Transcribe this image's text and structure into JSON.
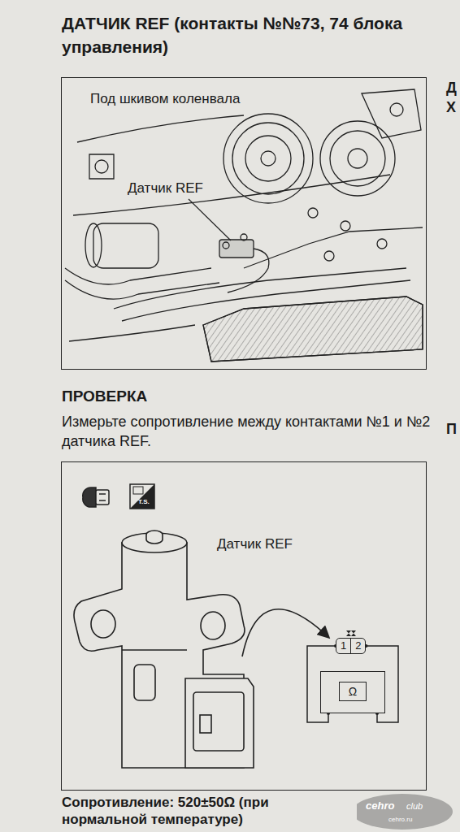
{
  "diagram": {
    "title": "ДАТЧИК REF (контакты №№73, 74 блока управления)",
    "nodes": [
      {
        "text": [
          "Под шкивом коленвала",
          "Датчик REF"
        ]
      },
      {
        "text": [
          "Датчик REF"
        ]
      },
      {
        "text": [
          "1",
          "2"
        ],
        "in": 1
      },
      {
        "text": [
          "Ω"
        ],
        "in": 1
      }
    ],
    "edges": [
      {
        "from": 2,
        "to": 3,
        "arrow": "none"
      },
      {
        "from": 2,
        "to": 3,
        "arrow": "none"
      }
    ],
    "labels": [
      "ПРОВЕРКА",
      "Измерьте сопротивление между контактами №1 и №2 датчика REF.",
      "T.S.",
      "Сопротивление: 520±50Ω (при нормальной температуре)",
      "cehro",
      "club",
      "cehro.ru",
      "Д",
      "Х",
      "П"
    ]
  }
}
